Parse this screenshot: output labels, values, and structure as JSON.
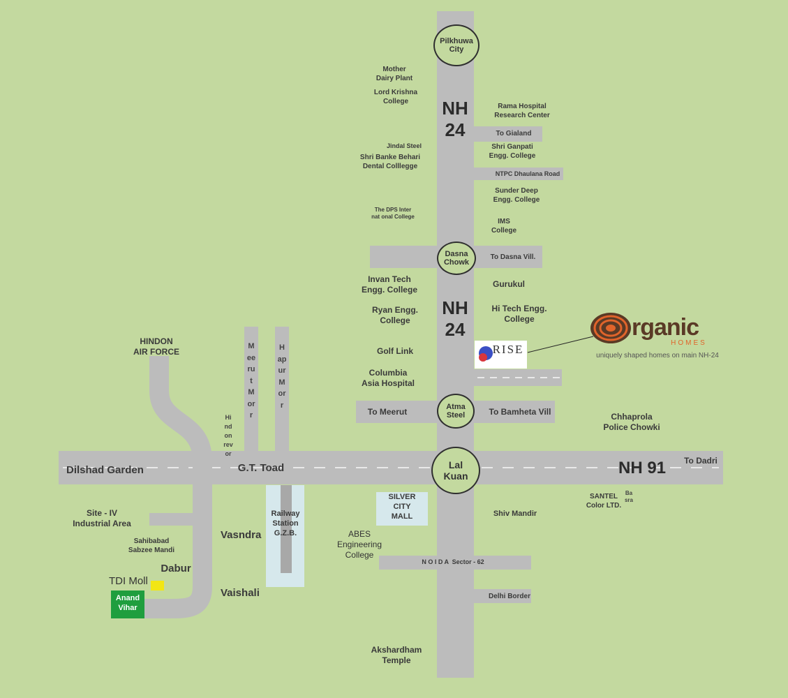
{
  "highways": {
    "nh24_top": "NH\n24",
    "nh24_mid": "NH\n24",
    "nh91": "NH 91"
  },
  "junctions": {
    "pilkhuwa": "Pilkhuwa\nCity",
    "dasna": "Dasna\nChowk",
    "atma": "Atma\nSteel",
    "lal_kuan": "Lal\nKuan"
  },
  "roads": {
    "to_gzaland": "To Gialand",
    "ntpc_road": "NTPC Dhaulana Road",
    "to_dasna_vill": "To Dasna Vill.",
    "to_meerut": "To Meerut",
    "to_bamheta": "To Bamheta Vill",
    "to_dadri": "To Dadri",
    "gt_road": "G.T. Toad",
    "dilshad": "Dilshad Garden",
    "noida_sector": "N O I D A  Sector - 62",
    "delhi_border": "Delhi Border",
    "meerut_morr": "Meerut Morr",
    "hapur_morr": "Hapur Morr",
    "hindon_revor": "Hindon revor",
    "kasna": "Basra"
  },
  "places": {
    "mother_dairy": "Mother\nDairy Plant",
    "lord_krishna": "Lord Krishna\nCollege",
    "rama_hospital": "Rama Hospital\nResearch Center",
    "jindal": "Jindal Steel",
    "banke_behari": "Shri Banke Behari\nDental Colllegge",
    "ganpati": "Shri Ganpati\nEngg. College",
    "sunder_deep": "Sunder Deep\nEngg. College",
    "dps": "The DPS Inter\nnat onal College",
    "ims": "IMS\nCollege",
    "invertis": "Invan Tech\nEngg. College",
    "gurukul": "Gurukul",
    "ryan": "Ryan Engg.\nCollege",
    "hitech": "Hi Tech Engg.\nCollege",
    "golf_link": "Golf Link",
    "columbia": "Columbia\nAsia Hospital",
    "chhaprola": "Chhaprola\nPolice Chowki",
    "hindon_air": "HINDON\nAIR FORCE",
    "site_iv": "Site - IV\nIndustrial Area",
    "sahibabad": "Sahibabad\nSabzee Mandi",
    "dabur": "Dabur",
    "tdi": "TDI Moll",
    "anand_vihar": "Anand\nVihar",
    "vasndra": "Vasndra",
    "vaishali": "Vaishali",
    "railway": "Railway\nStation\nG.Z.B.",
    "abes": "ABES\nEngineering\nCollege",
    "silver_city": "SILVER\nCITY\nMALL",
    "shiv_mandir": "Shiv Mandir",
    "santel": "SANTEL\nColor LTD.",
    "akshardham": "Akshardham\nTemple"
  },
  "brand": {
    "rise_logo_text": "RISE",
    "organic_o": "O",
    "organic_rest": "rganic",
    "organic_sub": "HOMES",
    "tagline": "uniquely shaped homes on main NH-24"
  },
  "colors": {
    "background": "#c3d99f",
    "road": "#bcbcbc",
    "road_center": "#e9e9e9",
    "label": "#3a3a3a",
    "brand_orange": "#e0642b",
    "brand_brown": "#5a3a26",
    "anand_vihar": "#1f9e3e",
    "tdi_marker": "#f2e614",
    "station": "#d6e8ec"
  }
}
